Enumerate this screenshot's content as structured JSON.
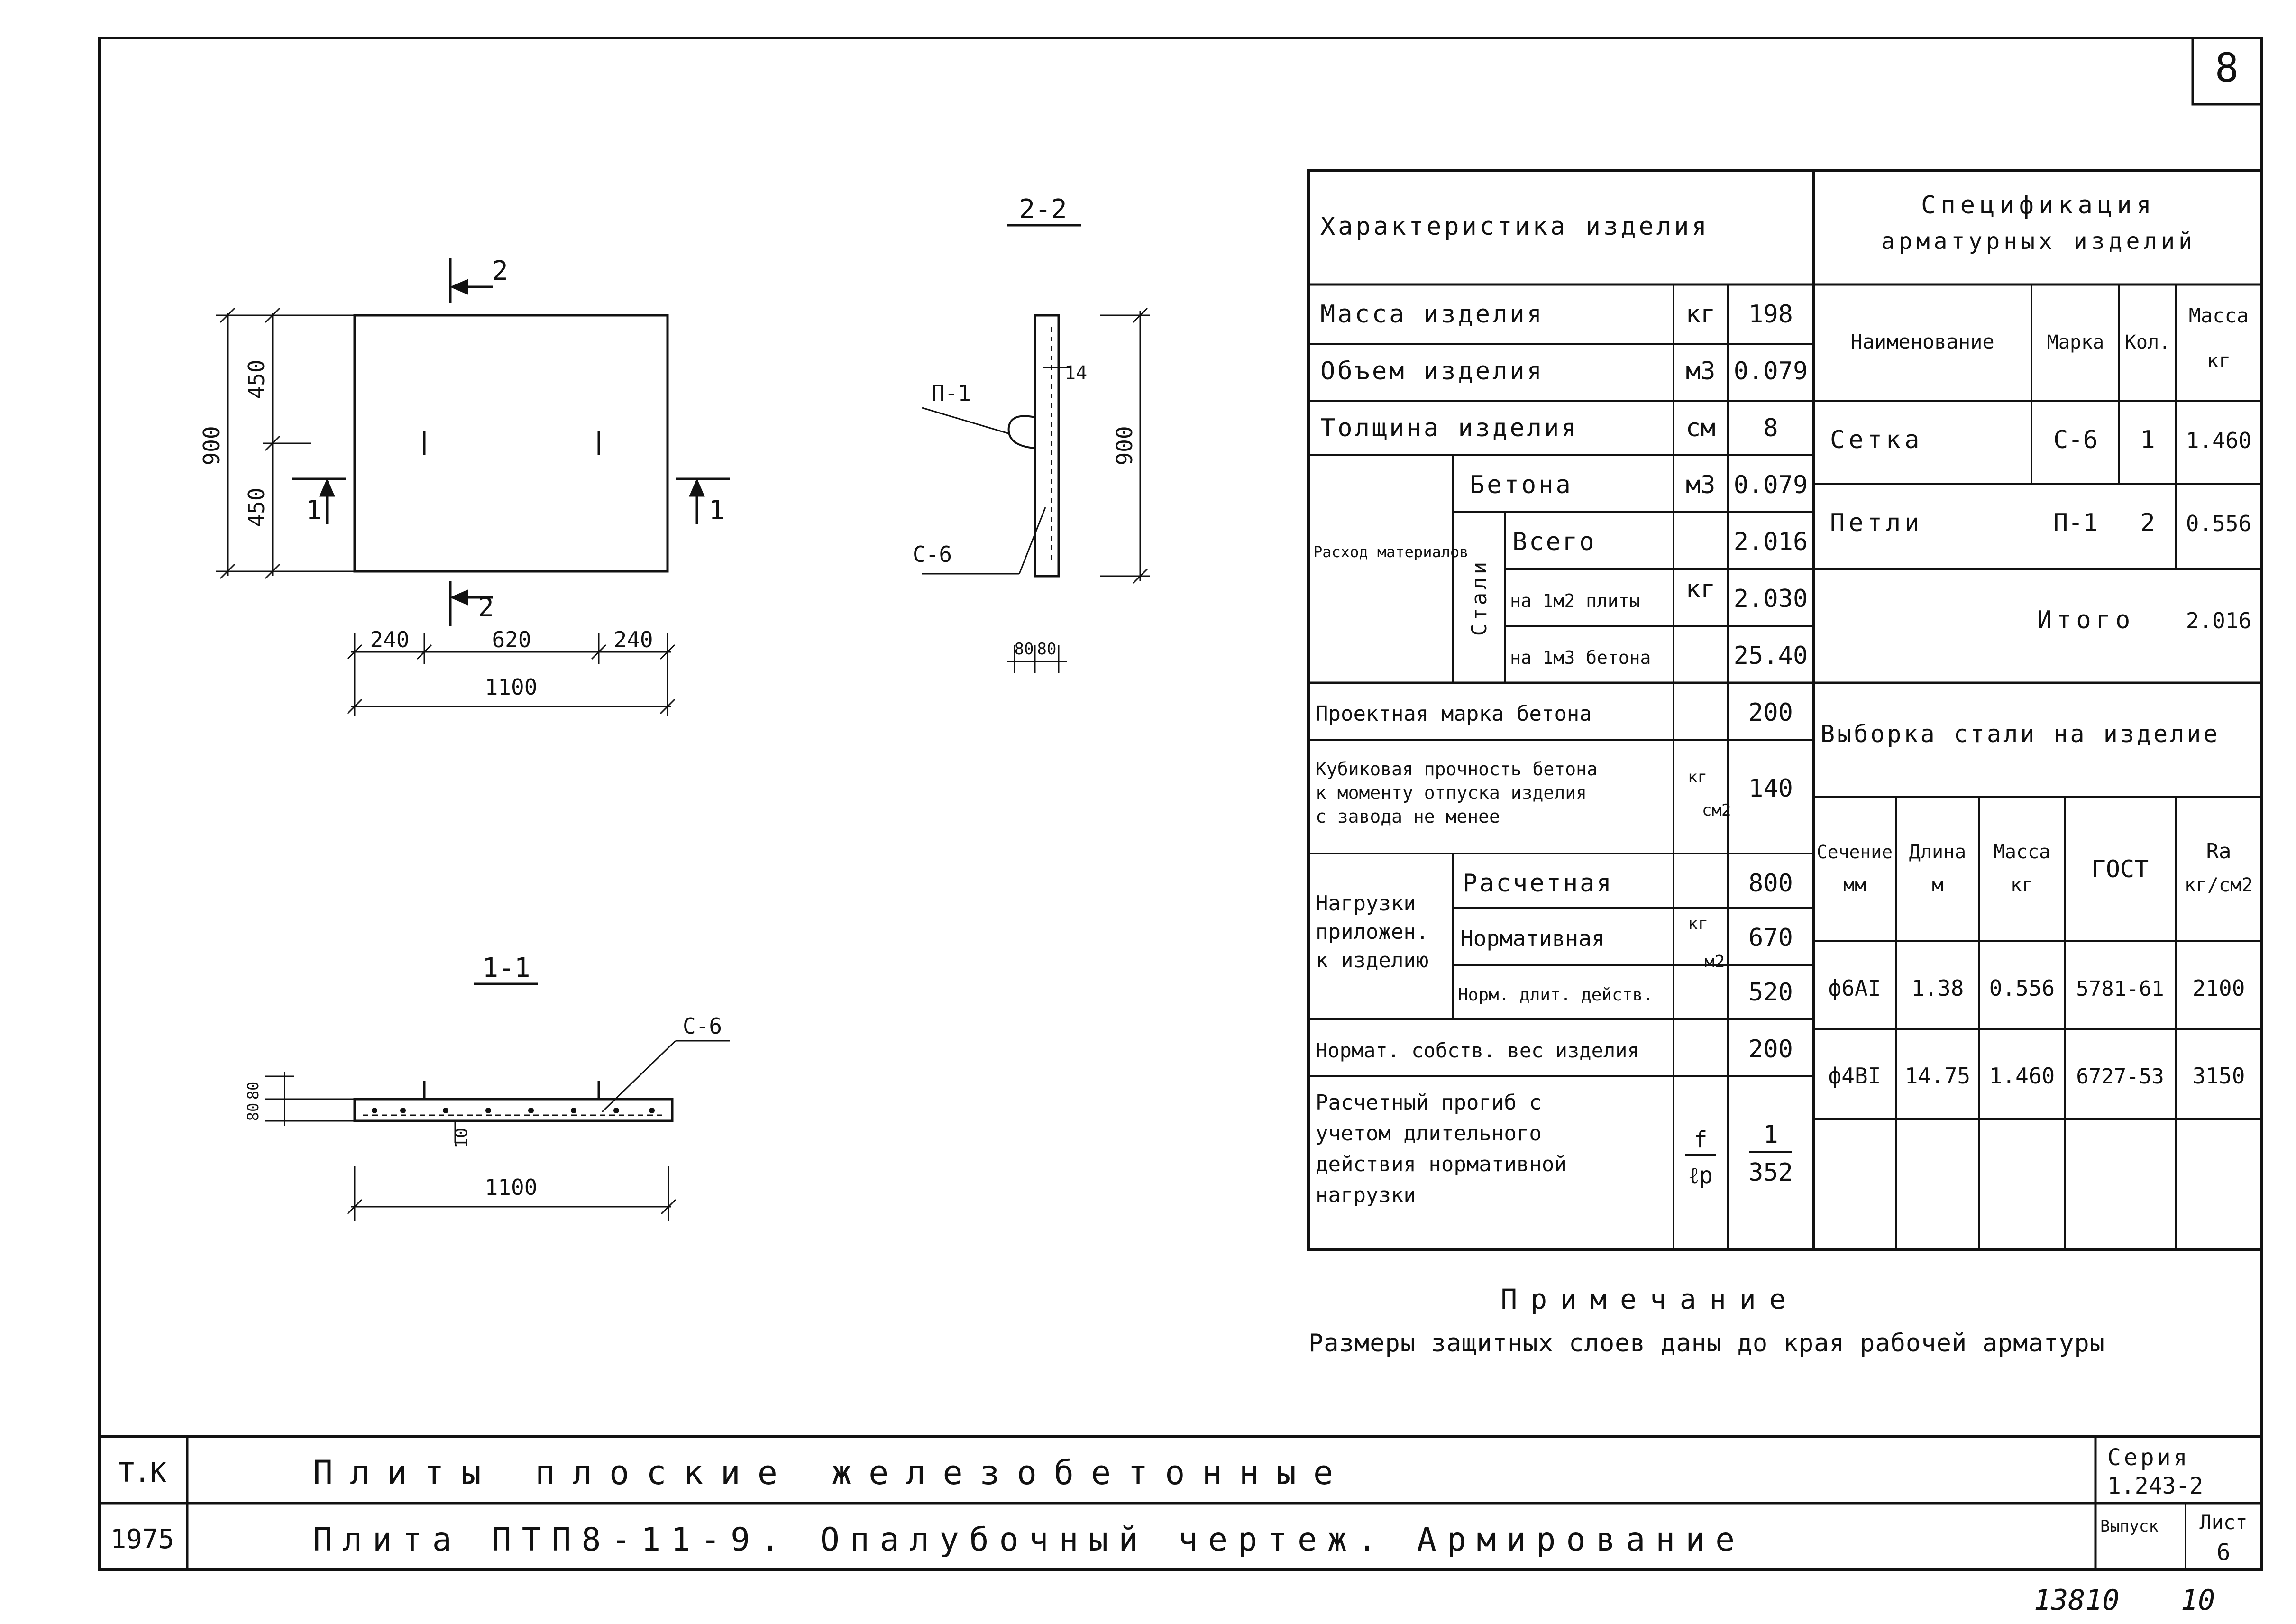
{
  "sheet": {
    "page_number": "8",
    "footer_number": "13810",
    "footer_suffix": "10"
  },
  "drawings": {
    "plan": {
      "section_mark_top": "2",
      "section_mark_bottom": "2",
      "section_mark_left": "1",
      "section_mark_right": "1",
      "dim_total_height": "900",
      "dim_upper_half": "450",
      "dim_lower_half": "450",
      "dim_left": "240",
      "dim_middle": "620",
      "dim_right": "240",
      "dim_total_width": "1100"
    },
    "section_2_2": {
      "title": "2-2",
      "label_loop": "П-1",
      "label_mesh": "С-6",
      "dim_14": "14",
      "dim_height": "900",
      "dim_80a": "80",
      "dim_80b": "80"
    },
    "section_1_1": {
      "title": "1-1",
      "label_mesh": "С-6",
      "dim_80a": "80",
      "dim_80b": "80",
      "dim_10": "10",
      "dim_width": "1100"
    }
  },
  "characteristics": {
    "header": "Характеристика изделия",
    "mass": {
      "label": "Масса изделия",
      "unit": "кг",
      "value": "198"
    },
    "volume": {
      "label": "Объем изделия",
      "unit": "м3",
      "value": "0.079"
    },
    "thickness": {
      "label": "Толщина изделия",
      "unit": "см",
      "value": "8"
    },
    "consumption": {
      "label": "Расход материалов",
      "concrete": {
        "label": "Бетона",
        "unit": "м3",
        "value": "0.079"
      },
      "steel_group": "Стали",
      "steel_unit": "кг",
      "steel_total": {
        "label": "Всего",
        "value": "2.016"
      },
      "steel_per_m2": {
        "label": "на 1м2 плиты",
        "value": "2.030"
      },
      "steel_per_m3": {
        "label": "на 1м3 бетона",
        "value": "25.40"
      }
    },
    "concrete_grade": {
      "label": "Проектная марка бетона",
      "value": "200"
    },
    "cube_strength": {
      "label_lines": [
        "Кубиковая прочность бетона",
        "к моменту отпуска изделия",
        "с завода не менее"
      ],
      "unit_top": "кг",
      "unit_bottom": "см2",
      "value": "140"
    },
    "loads": {
      "label_lines": [
        "Нагрузки",
        "приложен.",
        "к изделию"
      ],
      "unit_top": "кг",
      "unit_bottom": "м2",
      "design": {
        "label": "Расчетная",
        "value": "800"
      },
      "normative": {
        "label": "Нормативная",
        "value": "670"
      },
      "long_term": {
        "label": "Норм. длит. действ.",
        "value": "520"
      }
    },
    "self_weight": {
      "label": "Нормат. собств. вес изделия",
      "value": "200"
    },
    "deflection": {
      "label_lines": [
        "Расчетный прогиб с",
        "учетом длительного",
        "действия нормативной",
        "нагрузки"
      ],
      "unit_top": "f",
      "unit_bottom": "ℓр",
      "value_top": "1",
      "value_bottom": "352"
    }
  },
  "specification": {
    "header_line1": "Спецификация",
    "header_line2": "арматурных изделий",
    "columns": [
      "Наименование",
      "Марка",
      "Кол.",
      "Масса",
      "кг"
    ],
    "rows": [
      {
        "name": "Сетка",
        "mark": "С-6",
        "qty": "1",
        "mass": "1.460"
      },
      {
        "name": "Петли",
        "mark": "П-1",
        "qty": "2",
        "mass": "0.556"
      }
    ],
    "total_label": "Итого",
    "total_value": "2.016"
  },
  "steel_selection": {
    "header": "Выборка стали на изделие",
    "columns": [
      {
        "line1": "Сечение",
        "line2": "мм"
      },
      {
        "line1": "Длина",
        "line2": "м"
      },
      {
        "line1": "Масса",
        "line2": "кг"
      },
      {
        "line1": "ГОСТ",
        "line2": ""
      },
      {
        "line1": "Ra",
        "line2": "кг/см2"
      }
    ],
    "rows": [
      {
        "section": "ф6АI",
        "length": "1.38",
        "mass": "0.556",
        "gost": "5781-61",
        "ra": "2100"
      },
      {
        "section": "ф4ВI",
        "length": "14.75",
        "mass": "1.460",
        "gost": "6727-53",
        "ra": "3150"
      }
    ]
  },
  "note": {
    "title": "Примечание",
    "text": "Размеры защитных слоев даны до края рабочей арматуры"
  },
  "title_block": {
    "org": "Т.К",
    "year": "1975",
    "title_line1": "Плиты плоские железобетонные",
    "title_line2": "Плита ПТП8-11-9. Опалубочный чертеж. Армирование",
    "series_label": "Серия",
    "series_value": "1.243-2",
    "issue_label": "Выпуск",
    "sheet_label": "Лист",
    "sheet_value": "6"
  }
}
